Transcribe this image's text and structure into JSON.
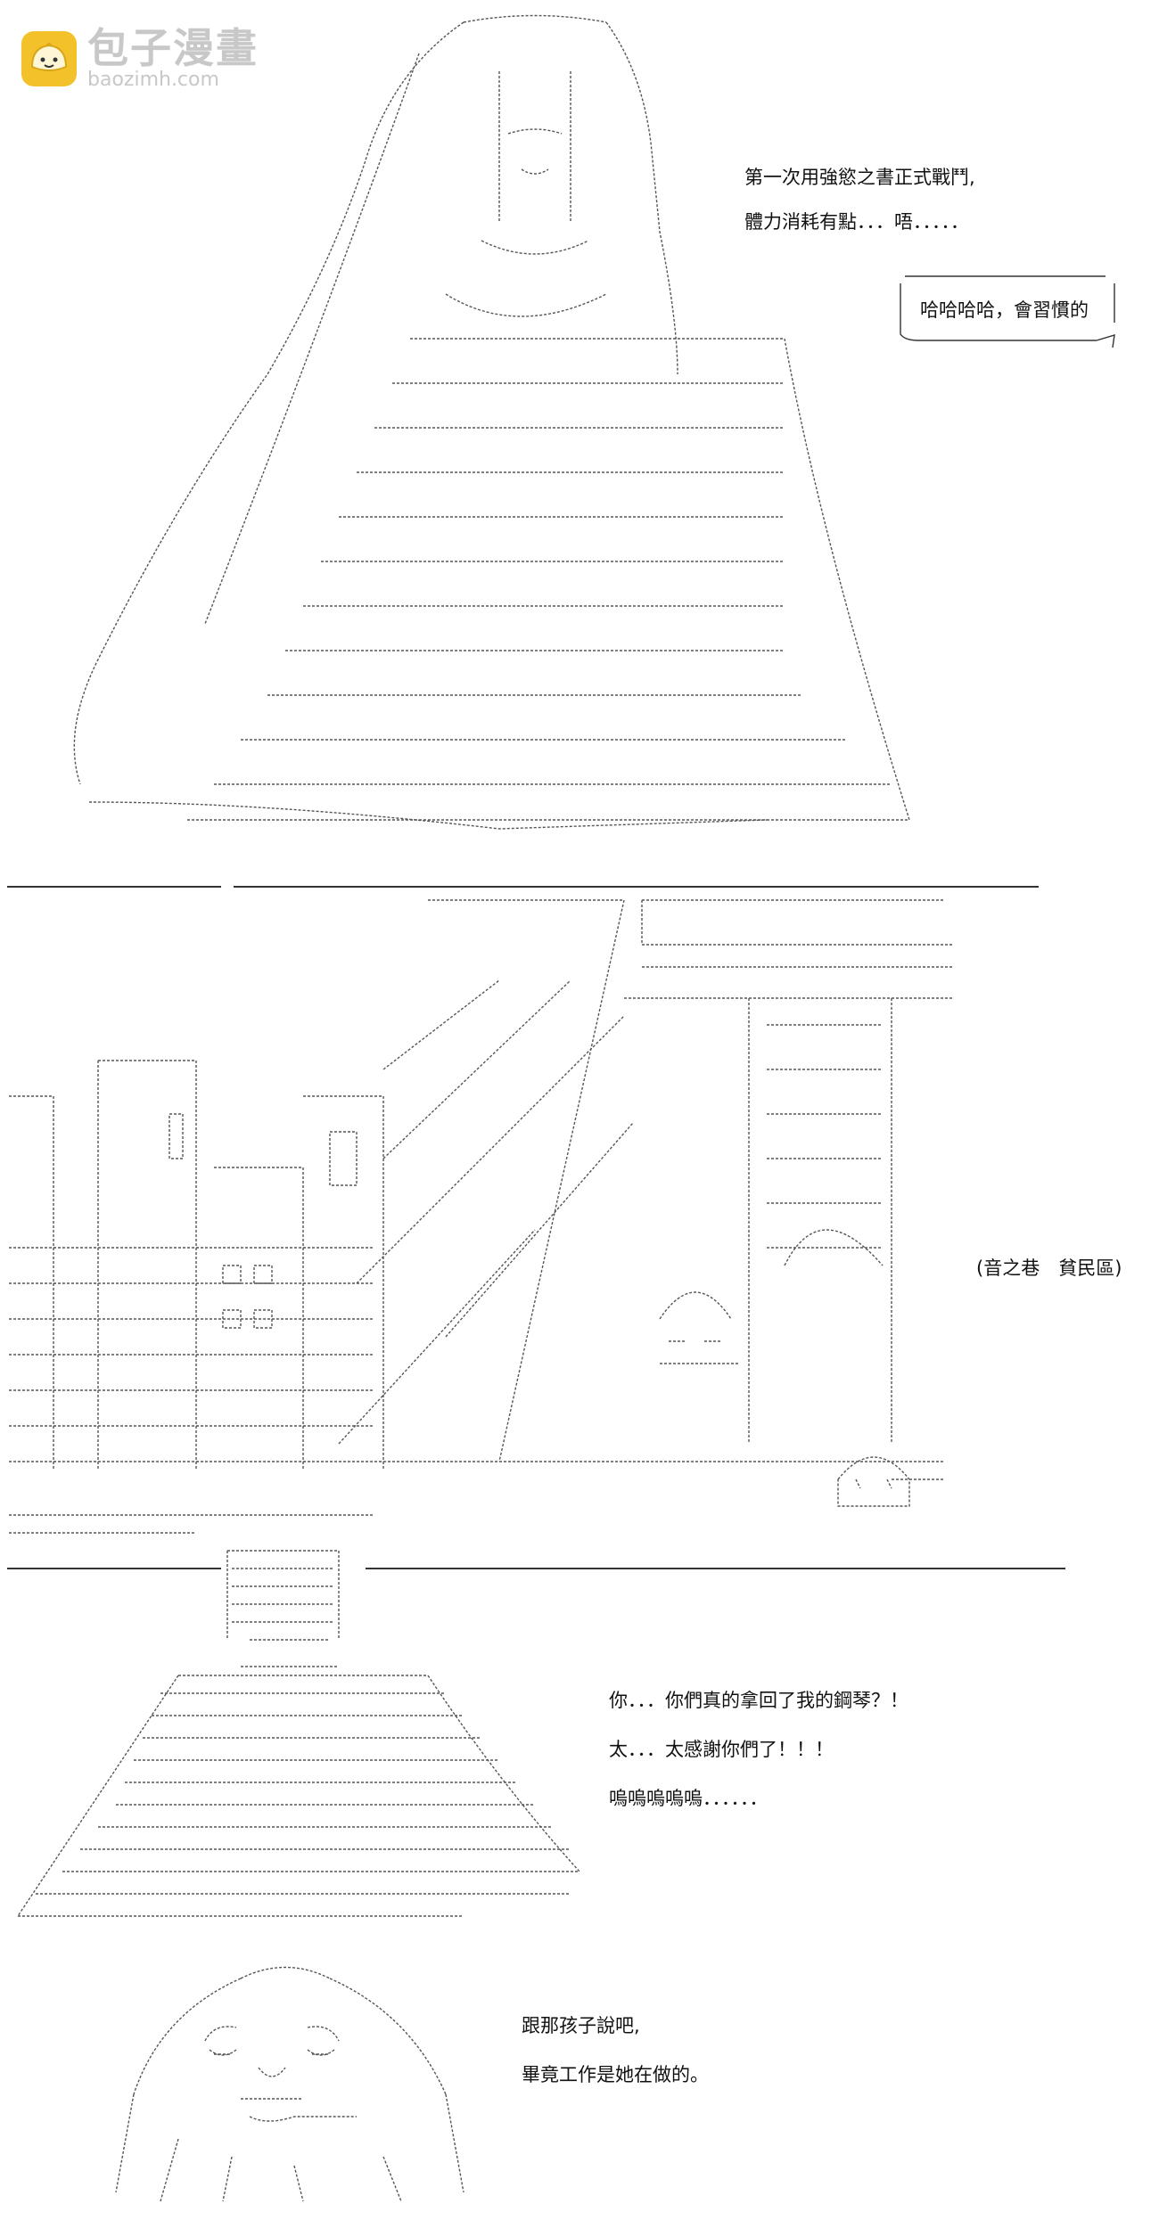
{
  "watermark": {
    "name": "包子漫畫",
    "url": "baozimh.com"
  },
  "panel1": {
    "line1": "第一次用強慾之書正式戰鬥,",
    "line2": "體力消耗有點．．．唔．．．．．",
    "bubble": "哈哈哈哈，會習慣的"
  },
  "panel2": {
    "location": "(音之巷　貧民區)"
  },
  "panel3": {
    "line1": "你．．．你們真的拿回了我的鋼琴？！",
    "line2": "太．．．太感謝你們了！！！",
    "line3": "嗚嗚嗚嗚嗚．．．．．．"
  },
  "panel4": {
    "line1": "跟那孩子說吧,",
    "line2": "畢竟工作是她在做的。"
  },
  "colors": {
    "ink": "#222222",
    "watermark": "#c8c8c8",
    "logo": "#f3c22b"
  }
}
